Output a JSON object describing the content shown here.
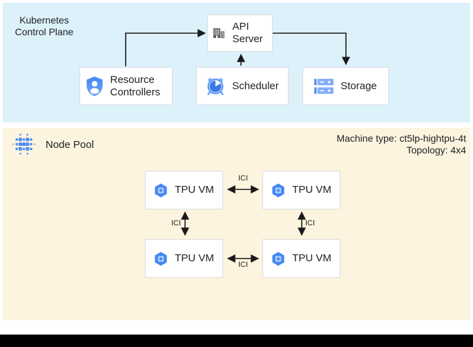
{
  "colors": {
    "panel_blue": "#ddf1fb",
    "panel_cream": "#fcf4de",
    "box_border": "#dadce0",
    "accent_blue": "#4285f4",
    "arrow_black": "#1a1a1a"
  },
  "control_plane": {
    "title_line1": "Kubernetes",
    "title_line2": "Control Plane",
    "api_server": {
      "label": "API Server",
      "icon": "building-icon"
    },
    "resource_controllers": {
      "label": "Resource Controllers",
      "icon": "shield-user-icon"
    },
    "scheduler": {
      "label": "Scheduler",
      "icon": "alarm-clock-icon"
    },
    "storage": {
      "label": "Storage",
      "icon": "server-stack-icon"
    }
  },
  "node_pool": {
    "title": "Node Pool",
    "icon": "dot-cluster-icon",
    "machine_type": "Machine type: ct5lp-hightpu-4t",
    "topology": "Topology: 4x4",
    "tpu_vms": [
      {
        "label": "TPU VM",
        "icon": "tpu-hexagon-icon"
      },
      {
        "label": "TPU VM",
        "icon": "tpu-hexagon-icon"
      },
      {
        "label": "TPU VM",
        "icon": "tpu-hexagon-icon"
      },
      {
        "label": "TPU VM",
        "icon": "tpu-hexagon-icon"
      }
    ],
    "links": [
      {
        "label": "ICI"
      },
      {
        "label": "ICI"
      },
      {
        "label": "ICI"
      },
      {
        "label": "ICI"
      }
    ]
  }
}
